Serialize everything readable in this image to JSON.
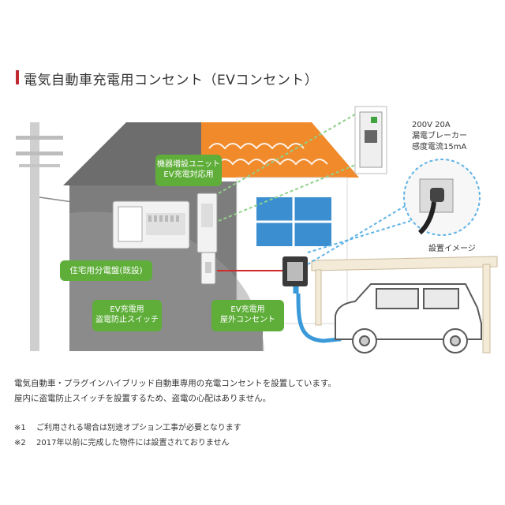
{
  "title": "電気自動車充電用コンセント（EVコンセント）",
  "callouts": {
    "unit": [
      "機器増設ユニット",
      "EV充電対応用"
    ],
    "panel": "住宅用分電盤(既設)",
    "switch": [
      "EV充電用",
      "盗電防止スイッチ"
    ],
    "outlet": [
      "EV充電用",
      "屋外コンセント"
    ]
  },
  "breaker_spec": [
    "200V 20A",
    "漏電ブレーカー",
    "感度電流15mA"
  ],
  "install_image_label": "設置イメージ",
  "description": [
    "電気自動車・プラグインハイブリッド自動車専用の充電コンセントを設置しています。",
    "屋内に盗電防止スイッチを設置するため、盗電の心配はありません。"
  ],
  "notes": [
    {
      "mark": "※1",
      "text": "ご利用される場合は別途オプション工事が必要となります"
    },
    {
      "mark": "※2",
      "text": "2017年以前に完成した物件には設置されておりません"
    }
  ],
  "colors": {
    "accent": "#c0292f",
    "callout_green": "#5fae3a",
    "roof_orange": "#f08a2a",
    "house_gray": "#7d7d7d",
    "cable_blue": "#3a9ad9",
    "wire_red": "#d02a2a"
  }
}
